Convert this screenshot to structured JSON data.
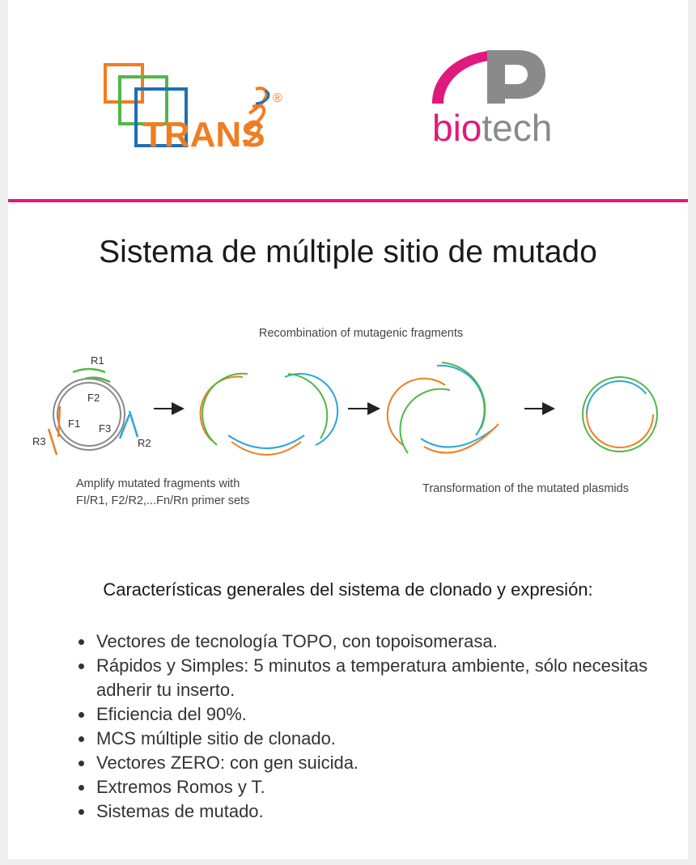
{
  "header": {
    "left_logo": {
      "text": "TRANS",
      "registered": "®"
    },
    "right_logo": {
      "text_part1": "bio",
      "text_part2": "tech"
    }
  },
  "title": "Sistema de múltiple sitio de mutado",
  "diagram": {
    "top_caption": "Recombination of mutagenic fragments",
    "bottom_left_line1": "Amplify mutated fragments with",
    "bottom_left_line2": "FI/R1, F2/R2,...Fn/Rn primer sets",
    "bottom_right": "Transformation of the mutated plasmids",
    "labels": {
      "r1": "R1",
      "f2": "F2",
      "f1": "F1",
      "f3": "F3",
      "r3": "R3",
      "r2": "R2"
    },
    "colors": {
      "orange": "#f07d22",
      "green": "#4fb848",
      "blue": "#29a6dd",
      "grey": "#888888"
    }
  },
  "features_heading": "Características generales del sistema de clonado y expresión:",
  "features": [
    "Vectores de tecnología TOPO, con topoisomerasa.",
    "Rápidos y Simples: 5 minutos a temperatura ambiente, sólo necesitas adherir tu inserto.",
    "Eficiencia del 90%.",
    "MCS múltiple sitio de clonado.",
    "Vectores ZERO: con gen suicida.",
    "Extremos Romos y T.",
    "Sistemas de mutado."
  ]
}
